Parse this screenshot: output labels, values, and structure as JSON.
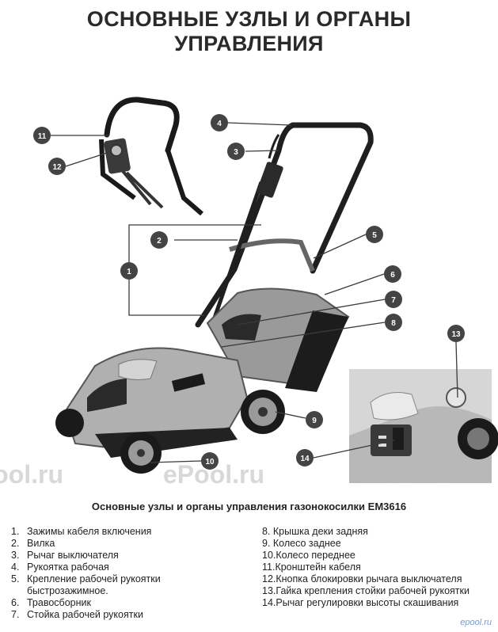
{
  "title_line1": "ОСНОВНЫЕ УЗЛЫ И ОРГАНЫ",
  "title_line2": "УПРАВЛЕНИЯ",
  "figure": {
    "callouts": [
      "1",
      "2",
      "3",
      "4",
      "5",
      "6",
      "7",
      "8",
      "9",
      "10",
      "11",
      "12",
      "13",
      "14"
    ],
    "watermark": "ePool.ru"
  },
  "caption": "Основные узлы и органы управления газонокосилки EM3616",
  "legend_left": [
    {
      "num": "1.",
      "text": "Зажимы кабеля включения"
    },
    {
      "num": "2.",
      "text": "Вилка"
    },
    {
      "num": "3.",
      "text": "Рычаг выключателя"
    },
    {
      "num": "4.",
      "text": "Рукоятка рабочая"
    },
    {
      "num": "5.",
      "text": "Крепление рабочей рукоятки"
    },
    {
      "num": "",
      "text": "быстрозажимное."
    },
    {
      "num": "6.",
      "text": "Травосборник"
    },
    {
      "num": "7.",
      "text": "Стойка рабочей рукоятки"
    }
  ],
  "legend_right": [
    {
      "num": "",
      "text": "8.  Крышка деки  задняя"
    },
    {
      "num": "",
      "text": "9.  Колесо заднее"
    },
    {
      "num": "",
      "text": "10.Колесо переднее"
    },
    {
      "num": "",
      "text": "11.Кронштейн кабеля"
    },
    {
      "num": "",
      "text": "12.Кнопка блокировки рычага выключателя"
    },
    {
      "num": "",
      "text": "13.Гайка крепления стойки рабочей рукоятки"
    },
    {
      "num": "",
      "text": "14.Рычаг регулировки высоты скашивания"
    }
  ],
  "brand": "epool.ru"
}
